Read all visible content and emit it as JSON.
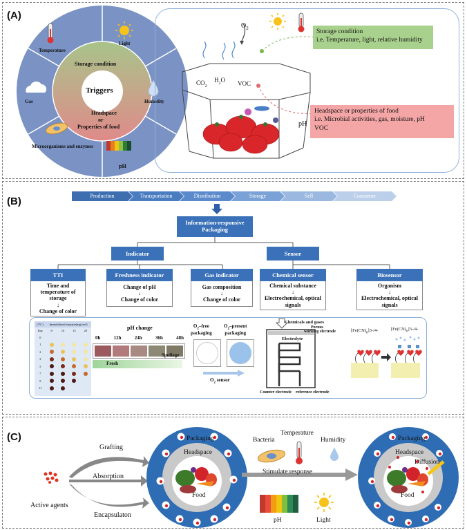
{
  "panel_a": {
    "label": "(A)",
    "wheel": {
      "center": "Triggers",
      "inner_top": "Storage condition",
      "inner_bottom_1": "Headspace",
      "inner_bottom_2": "or",
      "inner_bottom_3": "Properties of food",
      "segments": [
        "Temperature",
        "Light",
        "Humidity",
        "pH",
        "Microorganisms and enzymes",
        "Gas"
      ]
    },
    "o2": "O",
    "o2_sub": "2",
    "co2": "CO",
    "co2_sub": "2",
    "h2o_1": "H",
    "h2o_sub": "2",
    "h2o_2": "O",
    "voc": "VOC",
    "ph": "pH",
    "storage_box_1": "Storage condition",
    "storage_box_2": "i.e. Temperature, light, relative humidity",
    "headspace_box_1": "Headspace or properties of food",
    "headspace_box_2": "i.e. Microbial activities, gas, moisture, pH",
    "headspace_box_3": "VOC",
    "colors": {
      "wheel_outer": "#7b93c4",
      "green_box": "#a9d18e",
      "pink_box": "#f4a6a6"
    }
  },
  "panel_b": {
    "label": "(B)",
    "chain": [
      "Production",
      "Transportation",
      "Distribution",
      "Storage",
      "Sell",
      "Consumer"
    ],
    "root": "Information-responsive Packaging",
    "indicator": "Indicator",
    "sensor": "Sensor",
    "subtypes": [
      {
        "title": "TTI",
        "line1": "Time and temperature of storage",
        "arrow": "↓",
        "line2": "Change of color"
      },
      {
        "title": "Freshness indicator",
        "line1": "Change of pH",
        "arrow": "↓",
        "line2": "Change of color"
      },
      {
        "title": "Gas indicator",
        "line1": "Gas composition",
        "arrow": "↓",
        "line2": "Change of color"
      },
      {
        "title": "Chemical sensor",
        "line1": "Chemical substance",
        "arrow": "↓",
        "line2": "Electrochemical, optical signals"
      },
      {
        "title": "Biosensor",
        "line1": "Organism",
        "arrow": "↓",
        "line2": "Electrochemical, optical signals"
      }
    ],
    "tti_table": {
      "headers": [
        "(5ºC)",
        "Immobilized enzyme(mg/cm²)"
      ],
      "cols": [
        "Day",
        "8",
        "10",
        "15",
        "20"
      ],
      "days": [
        "0",
        "1",
        "2",
        "3",
        "5",
        "7",
        "9",
        "11"
      ]
    },
    "ph_change": "pH change",
    "times": [
      "0h",
      "12h",
      "24h",
      "36h",
      "48h"
    ],
    "fresh": "Fresh",
    "spoilage": "Spoilage",
    "o2_free_1": "O",
    "o2_free_2": "–free",
    "o2_free_3": "packaging",
    "o2_present_1": "O",
    "o2_present_2": "–present",
    "o2_present_3": "packaging",
    "o2_sensor": "O",
    "o2_sensor_2": " sensor",
    "sub2": "2",
    "chem_gases": "Chemicals and gases",
    "porous": "Porous",
    "working": "working electrode",
    "electrolyte": "Electrolyte",
    "counter": "Counter electrode",
    "reference": "reference electrode",
    "fe1": "[Fe(CN)",
    "fe_sub": "6",
    "fe_sup": "]3-/4-"
  },
  "panel_c": {
    "label": "(C)",
    "active_agents": "Active agents",
    "grafting": "Grafting",
    "absorption": "Absorption",
    "encapsulation": "Encapsulaton",
    "packaging_left": "Packaging",
    "headspace_left": "Headspace",
    "food_left": "Food",
    "bacteria": "Bacteria",
    "temperature": "Temperature",
    "humidity": "Humidity",
    "stimulate": "Stimulate response",
    "ph": "pH",
    "light": "Light",
    "packaging_right": "Packaging",
    "headspace_right": "Headspace",
    "diffusion": "Diffusion",
    "food_right": "Food",
    "colors": {
      "ring": "#2e6db4",
      "ph_bar": [
        "#c0392b",
        "#e74c3c",
        "#f39c12",
        "#f1c40f",
        "#7fbf3f",
        "#2e8b57",
        "#1f5f3f"
      ]
    }
  }
}
